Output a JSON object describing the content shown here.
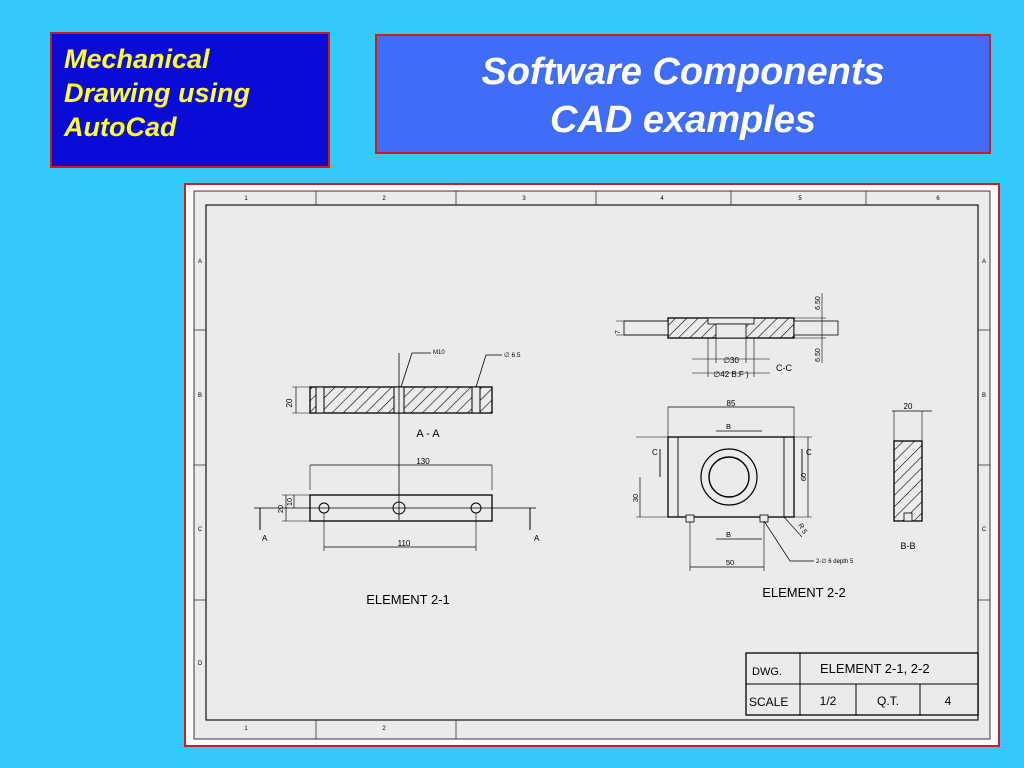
{
  "header": {
    "course_title_lines": [
      "Mechanical",
      "Drawing using",
      "AutoCad"
    ],
    "slide_title_lines": [
      "Software Components",
      "CAD examples"
    ]
  },
  "drawing": {
    "border_column_labels": [
      "1",
      "2",
      "3",
      "4",
      "5",
      "6"
    ],
    "border_row_labels": [
      "A",
      "B",
      "C",
      "D"
    ],
    "element_1": {
      "title": "ELEMENT 2-1",
      "section_label": "A - A",
      "thread_label": "M10",
      "hole_label": "∅ 6.5",
      "dim_height_section": "20",
      "dim_overall_length": "130",
      "dim_hole_spacing": "110",
      "dim_height": "20",
      "dim_half_height": "10",
      "cut_label_left": "A",
      "cut_label_right": "A"
    },
    "element_2": {
      "title": "ELEMENT 2-2",
      "section_cc_label": "C-C",
      "section_bb_label": "B-B",
      "dim_bore": "∅30",
      "dim_counterbore": "∅42 B.F )",
      "dim_thickness": "7",
      "dim_top": "6.50",
      "dim_bottom": "6.50",
      "dim_width": "85",
      "dim_depth": "60",
      "dim_height": "30",
      "dim_radius": "R 5",
      "dim_hole_spacing": "50",
      "dim_side_width": "20",
      "hole_note": "2-∅ 6 depth 5",
      "cut_c_left": "C",
      "cut_c_right": "C",
      "cut_b_top": "B",
      "cut_b_bottom": "B"
    },
    "title_block": {
      "dwg_label": "DWG.",
      "dwg_value": "ELEMENT 2-1, 2-2",
      "scale_label": "SCALE",
      "scale_value": "1/2",
      "qt_label": "Q.T.",
      "qt_value": "4"
    }
  }
}
